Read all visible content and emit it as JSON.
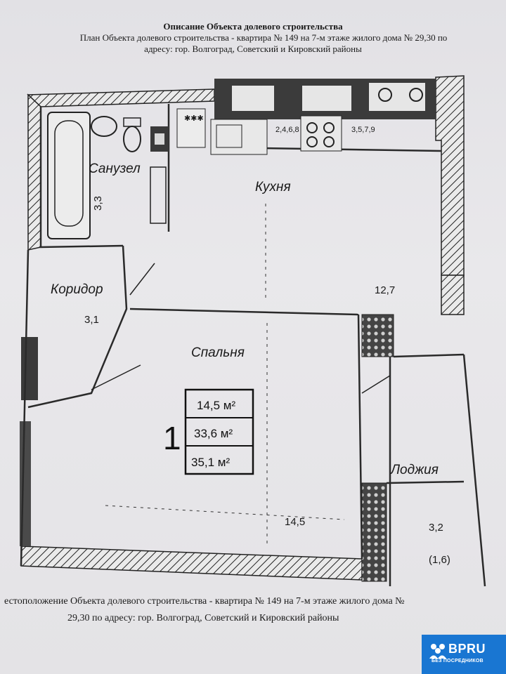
{
  "document": {
    "title": "Описание Объекта долевого строительства",
    "subtitle_line1": "План Объекта долевого строительства - квартира № 149 на  7-м  этаже жилого дома № 29,30 по",
    "subtitle_line2": "адресу: гор. Волгоград, Советский и Кировский районы",
    "footer_line1": "естоположение Объекта долевого строительства - квартира № 149 на  7-м этаже жилого дома №",
    "footer_line2": "29,30  по адресу:  гор. Волгоград, Советский и Кировский районы"
  },
  "plan": {
    "rooms": {
      "bathroom": {
        "name": "Санузел",
        "area": "3,3"
      },
      "kitchen": {
        "name": "Кухня",
        "area": "12,7"
      },
      "corridor": {
        "name": "Коридор",
        "area": "3,1"
      },
      "bedroom": {
        "name": "Спальня",
        "area": "14,5"
      },
      "loggia": {
        "name": "Лоджия",
        "area": "3,2",
        "area_reduced": "(1,6)"
      }
    },
    "riser_labels": [
      "2,4,6,8",
      "3,5,7,9"
    ],
    "summary": {
      "room_count": "1",
      "living_area": "14,5 м²",
      "total_area": "33,6 м²",
      "total_with_loggia": "35,1 м²"
    }
  },
  "watermark": {
    "brand": "BPRU",
    "tagline": "БЕЗ ПОСРЕДНИКОВ"
  },
  "colors": {
    "badge": "#1976d2",
    "wall": "#2a2a2a"
  }
}
